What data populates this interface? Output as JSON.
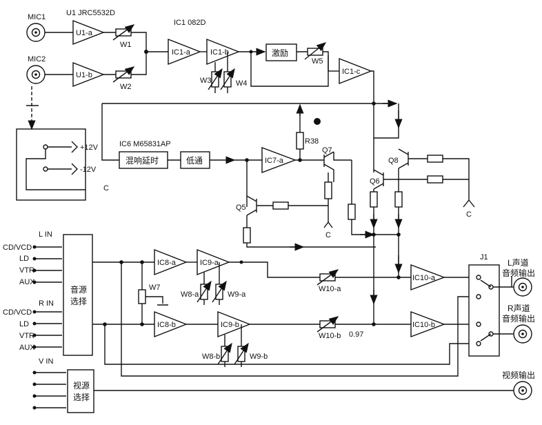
{
  "inputs": {
    "mic1": "MIC1",
    "mic2": "MIC2",
    "l_in": "L IN",
    "r_in": "R IN",
    "v_in": "V IN",
    "l_sources": [
      "CD/VCD",
      "LD",
      "VTR",
      "AUX"
    ],
    "r_sources": [
      "CD/VCD",
      "LD",
      "VTR",
      "AUX"
    ]
  },
  "chips": {
    "u1": "U1 JRC5532D",
    "ic1": "IC1 082D",
    "ic6": "IC6 M65831AP"
  },
  "amps": {
    "u1a": "U1-a",
    "u1b": "U1-b",
    "ic1a": "IC1-a",
    "ic1b": "IC1-b",
    "ic1c": "IC1-c",
    "ic7a": "IC7-a",
    "ic8a": "IC8-a",
    "ic8b": "IC8-b",
    "ic9a": "IC9-a",
    "ic9b": "IC9-b",
    "ic10a": "IC10-a",
    "ic10b": "IC10-b"
  },
  "blocks": {
    "exciter": "激励",
    "reverb_delay": "混响延时",
    "lowpass": "低通",
    "source_select_1": "音源",
    "source_select_2": "选择",
    "video_select_1": "视源",
    "video_select_2": "选择"
  },
  "pots": {
    "w1": "W1",
    "w2": "W2",
    "w3": "W3",
    "w4": "W4",
    "w5": "W5",
    "w7": "W7",
    "w8a": "W8-a",
    "w9a": "W9-a",
    "w8b": "W8-b",
    "w9b": "W9-b",
    "w10a": "W10-a",
    "w10b": "W10-b"
  },
  "components": {
    "r38": "R38",
    "q5": "Q5",
    "q6": "Q6",
    "q7": "Q7",
    "q8": "Q8",
    "j1": "J1",
    "value_097": "0.97"
  },
  "power": {
    "plus12": "+12V",
    "minus12": "-12V",
    "c": "C"
  },
  "outputs": {
    "l_out_1": "L声道",
    "l_out_2": "音频输出",
    "r_out_1": "R声道",
    "r_out_2": "音频输出",
    "video_out": "视频输出"
  }
}
